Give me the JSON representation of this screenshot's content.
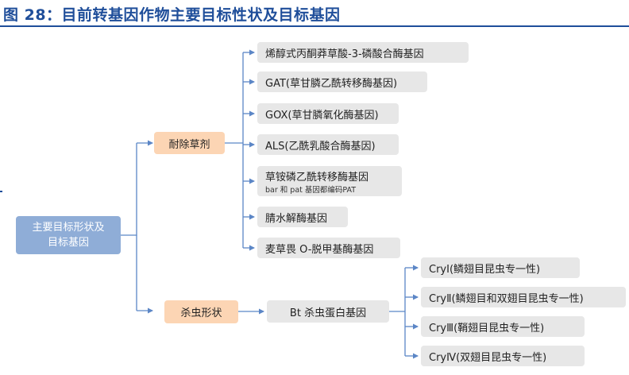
{
  "title": "图 28：目前转基因作物主要目标性状及目标基因",
  "root": {
    "line1": "主要目标形状及",
    "line2": "目标基因"
  },
  "categories": {
    "herbicide": "耐除草剂",
    "insect": "杀虫形状"
  },
  "herbicide_genes": [
    "烯醇式丙酮莽草酸-3-磷酸合酶基因",
    "GAT(草甘膦乙酰转移酶基因)",
    "GOX(草甘膦氧化酶基因)",
    "ALS(乙酰乳酸合酶基因)",
    "草铵磷乙酰转移酶基因",
    "腈水解酶基因",
    "麦草畏 O-脱甲基酶基因"
  ],
  "herbicide_gene_note": "bar 和 pat 基因都编码PAT",
  "bt_gene": "Bt 杀虫蛋白基因",
  "cry_genes": [
    "CryⅠ(鳞翅目昆虫专一性)",
    "CryⅡ(鳞翅目和双翅目昆虫专一性)",
    "CryⅢ(鞘翅目昆虫专一性)",
    "CryⅣ(双翅目昆虫专一性)"
  ]
}
